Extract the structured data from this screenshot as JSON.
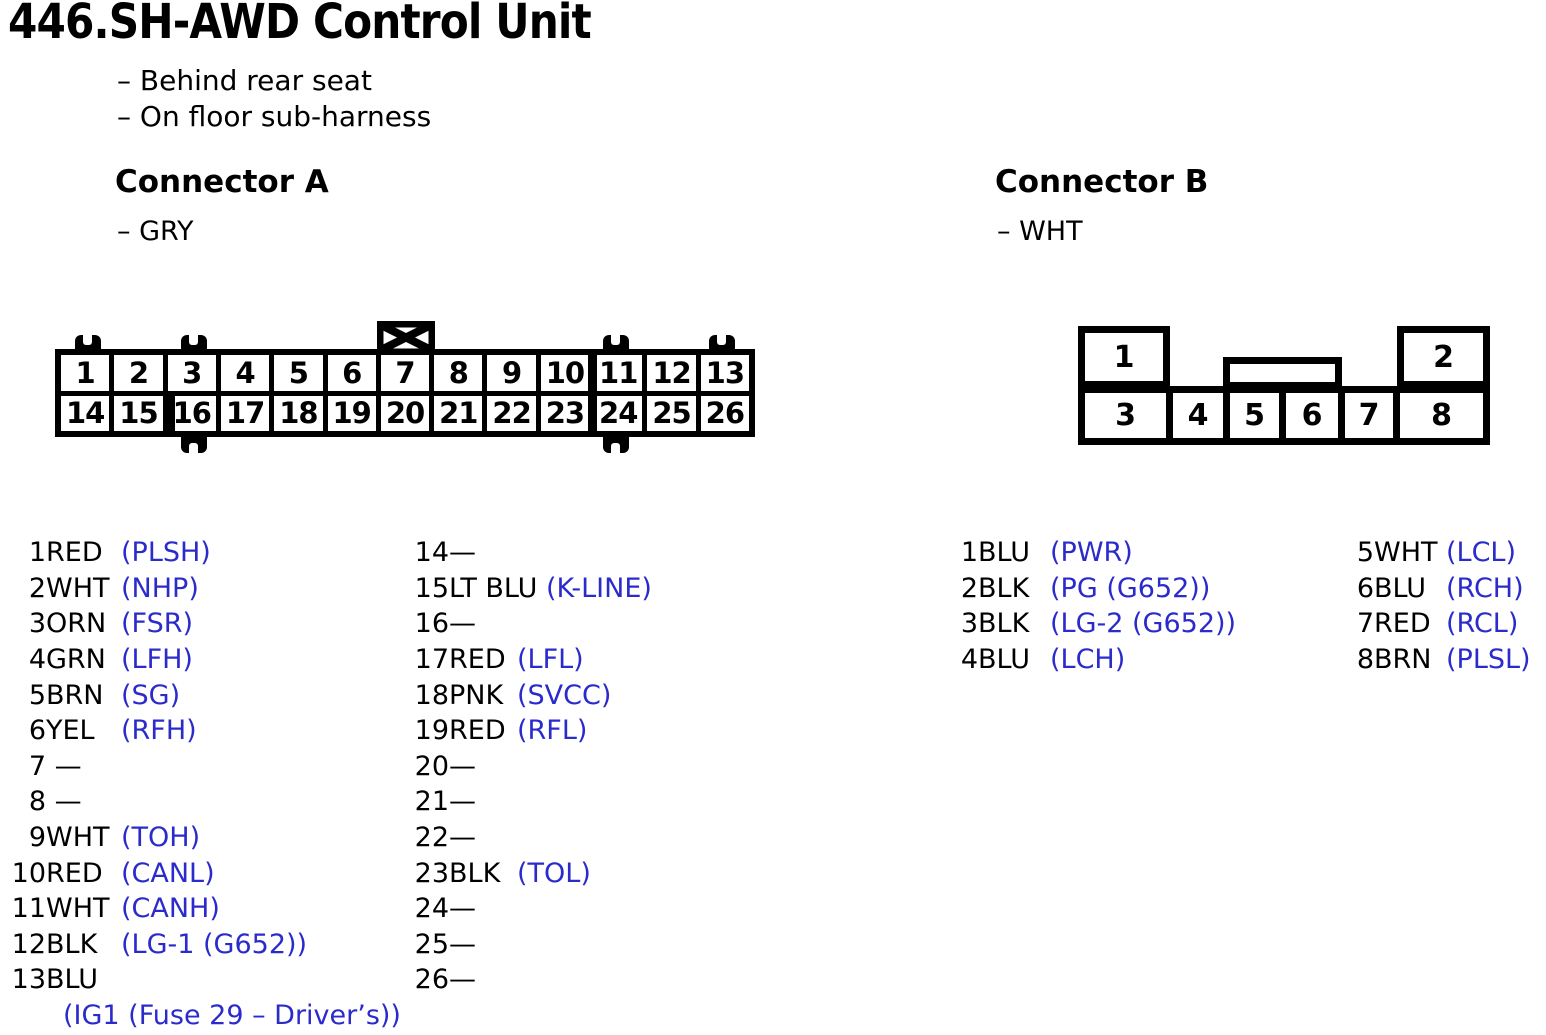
{
  "page": {
    "title": "446.SH-AWD Control Unit",
    "notes": [
      "– Behind rear seat",
      "– On floor sub-harness"
    ]
  },
  "colors": {
    "signal_blue": "#2b2bcc",
    "ink": "#000000"
  },
  "connector_a": {
    "heading": "Connector A",
    "color_note": "– GRY",
    "diagram": {
      "top_row": [
        "1",
        "2",
        "3",
        "4",
        "5",
        "6",
        "7",
        "8",
        "9",
        "10",
        "11",
        "12",
        "13"
      ],
      "bottom_row": [
        "14",
        "15",
        "16",
        "17",
        "18",
        "19",
        "20",
        "21",
        "22",
        "23",
        "24",
        "25",
        "26"
      ],
      "x_box_above_pin": "7"
    },
    "pins_col1": [
      {
        "num": "1",
        "color": "RED",
        "signal": "(PLSH)"
      },
      {
        "num": "2",
        "color": "WHT",
        "signal": "(NHP)"
      },
      {
        "num": "3",
        "color": "ORN",
        "signal": "(FSR)"
      },
      {
        "num": "4",
        "color": "GRN",
        "signal": "(LFH)"
      },
      {
        "num": "5",
        "color": "BRN",
        "signal": "(SG)"
      },
      {
        "num": "6",
        "color": "YEL",
        "signal": "(RFH)"
      },
      {
        "num": "7",
        "color": " —",
        "signal": ""
      },
      {
        "num": "8",
        "color": " —",
        "signal": ""
      },
      {
        "num": "9",
        "color": "WHT",
        "signal": "(TOH)"
      },
      {
        "num": "10",
        "color": "RED",
        "signal": "(CANL)"
      },
      {
        "num": "11",
        "color": "WHT",
        "signal": "(CANH)"
      },
      {
        "num": "12",
        "color": "BLK",
        "signal": "(LG-1 (G652))"
      },
      {
        "num": "13",
        "color": "BLU",
        "signal": ""
      }
    ],
    "pin13_signal_wrap": "(IG1 (Fuse 29 – Driver’s))",
    "pins_col2": [
      {
        "num": "14",
        "color": "—",
        "signal": ""
      },
      {
        "num": "15",
        "color": "LT BLU ",
        "signal": "(K-LINE)"
      },
      {
        "num": "16",
        "color": "—",
        "signal": ""
      },
      {
        "num": "17",
        "color": "RED",
        "signal": "(LFL)"
      },
      {
        "num": "18",
        "color": "PNK",
        "signal": "(SVCC)"
      },
      {
        "num": "19",
        "color": "RED",
        "signal": "(RFL)"
      },
      {
        "num": "20",
        "color": "—",
        "signal": ""
      },
      {
        "num": "21",
        "color": "—",
        "signal": ""
      },
      {
        "num": "22",
        "color": "—",
        "signal": ""
      },
      {
        "num": "23",
        "color": "BLK",
        "signal": "(TOL)"
      },
      {
        "num": "24",
        "color": "—",
        "signal": ""
      },
      {
        "num": "25",
        "color": "—",
        "signal": ""
      },
      {
        "num": "26",
        "color": "—",
        "signal": ""
      }
    ]
  },
  "connector_b": {
    "heading": "Connector B",
    "color_note": "– WHT",
    "diagram": {
      "top_row": [
        "1",
        "2"
      ],
      "bottom_row": [
        "3",
        "4",
        "5",
        "6",
        "7",
        "8"
      ]
    },
    "pins_col1": [
      {
        "num": "1",
        "color": "BLU",
        "signal": "(PWR)"
      },
      {
        "num": "2",
        "color": "BLK",
        "signal": "(PG (G652))"
      },
      {
        "num": "3",
        "color": "BLK",
        "signal": "(LG-2 (G652))"
      },
      {
        "num": "4",
        "color": "BLU",
        "signal": "(LCH)"
      }
    ],
    "pins_col2": [
      {
        "num": "5",
        "color": "WHT",
        "signal": "(LCL)"
      },
      {
        "num": "6",
        "color": "BLU",
        "signal": "(RCH)"
      },
      {
        "num": "7",
        "color": "RED",
        "signal": "(RCL)"
      },
      {
        "num": "8",
        "color": "BRN",
        "signal": "(PLSL)"
      }
    ]
  }
}
